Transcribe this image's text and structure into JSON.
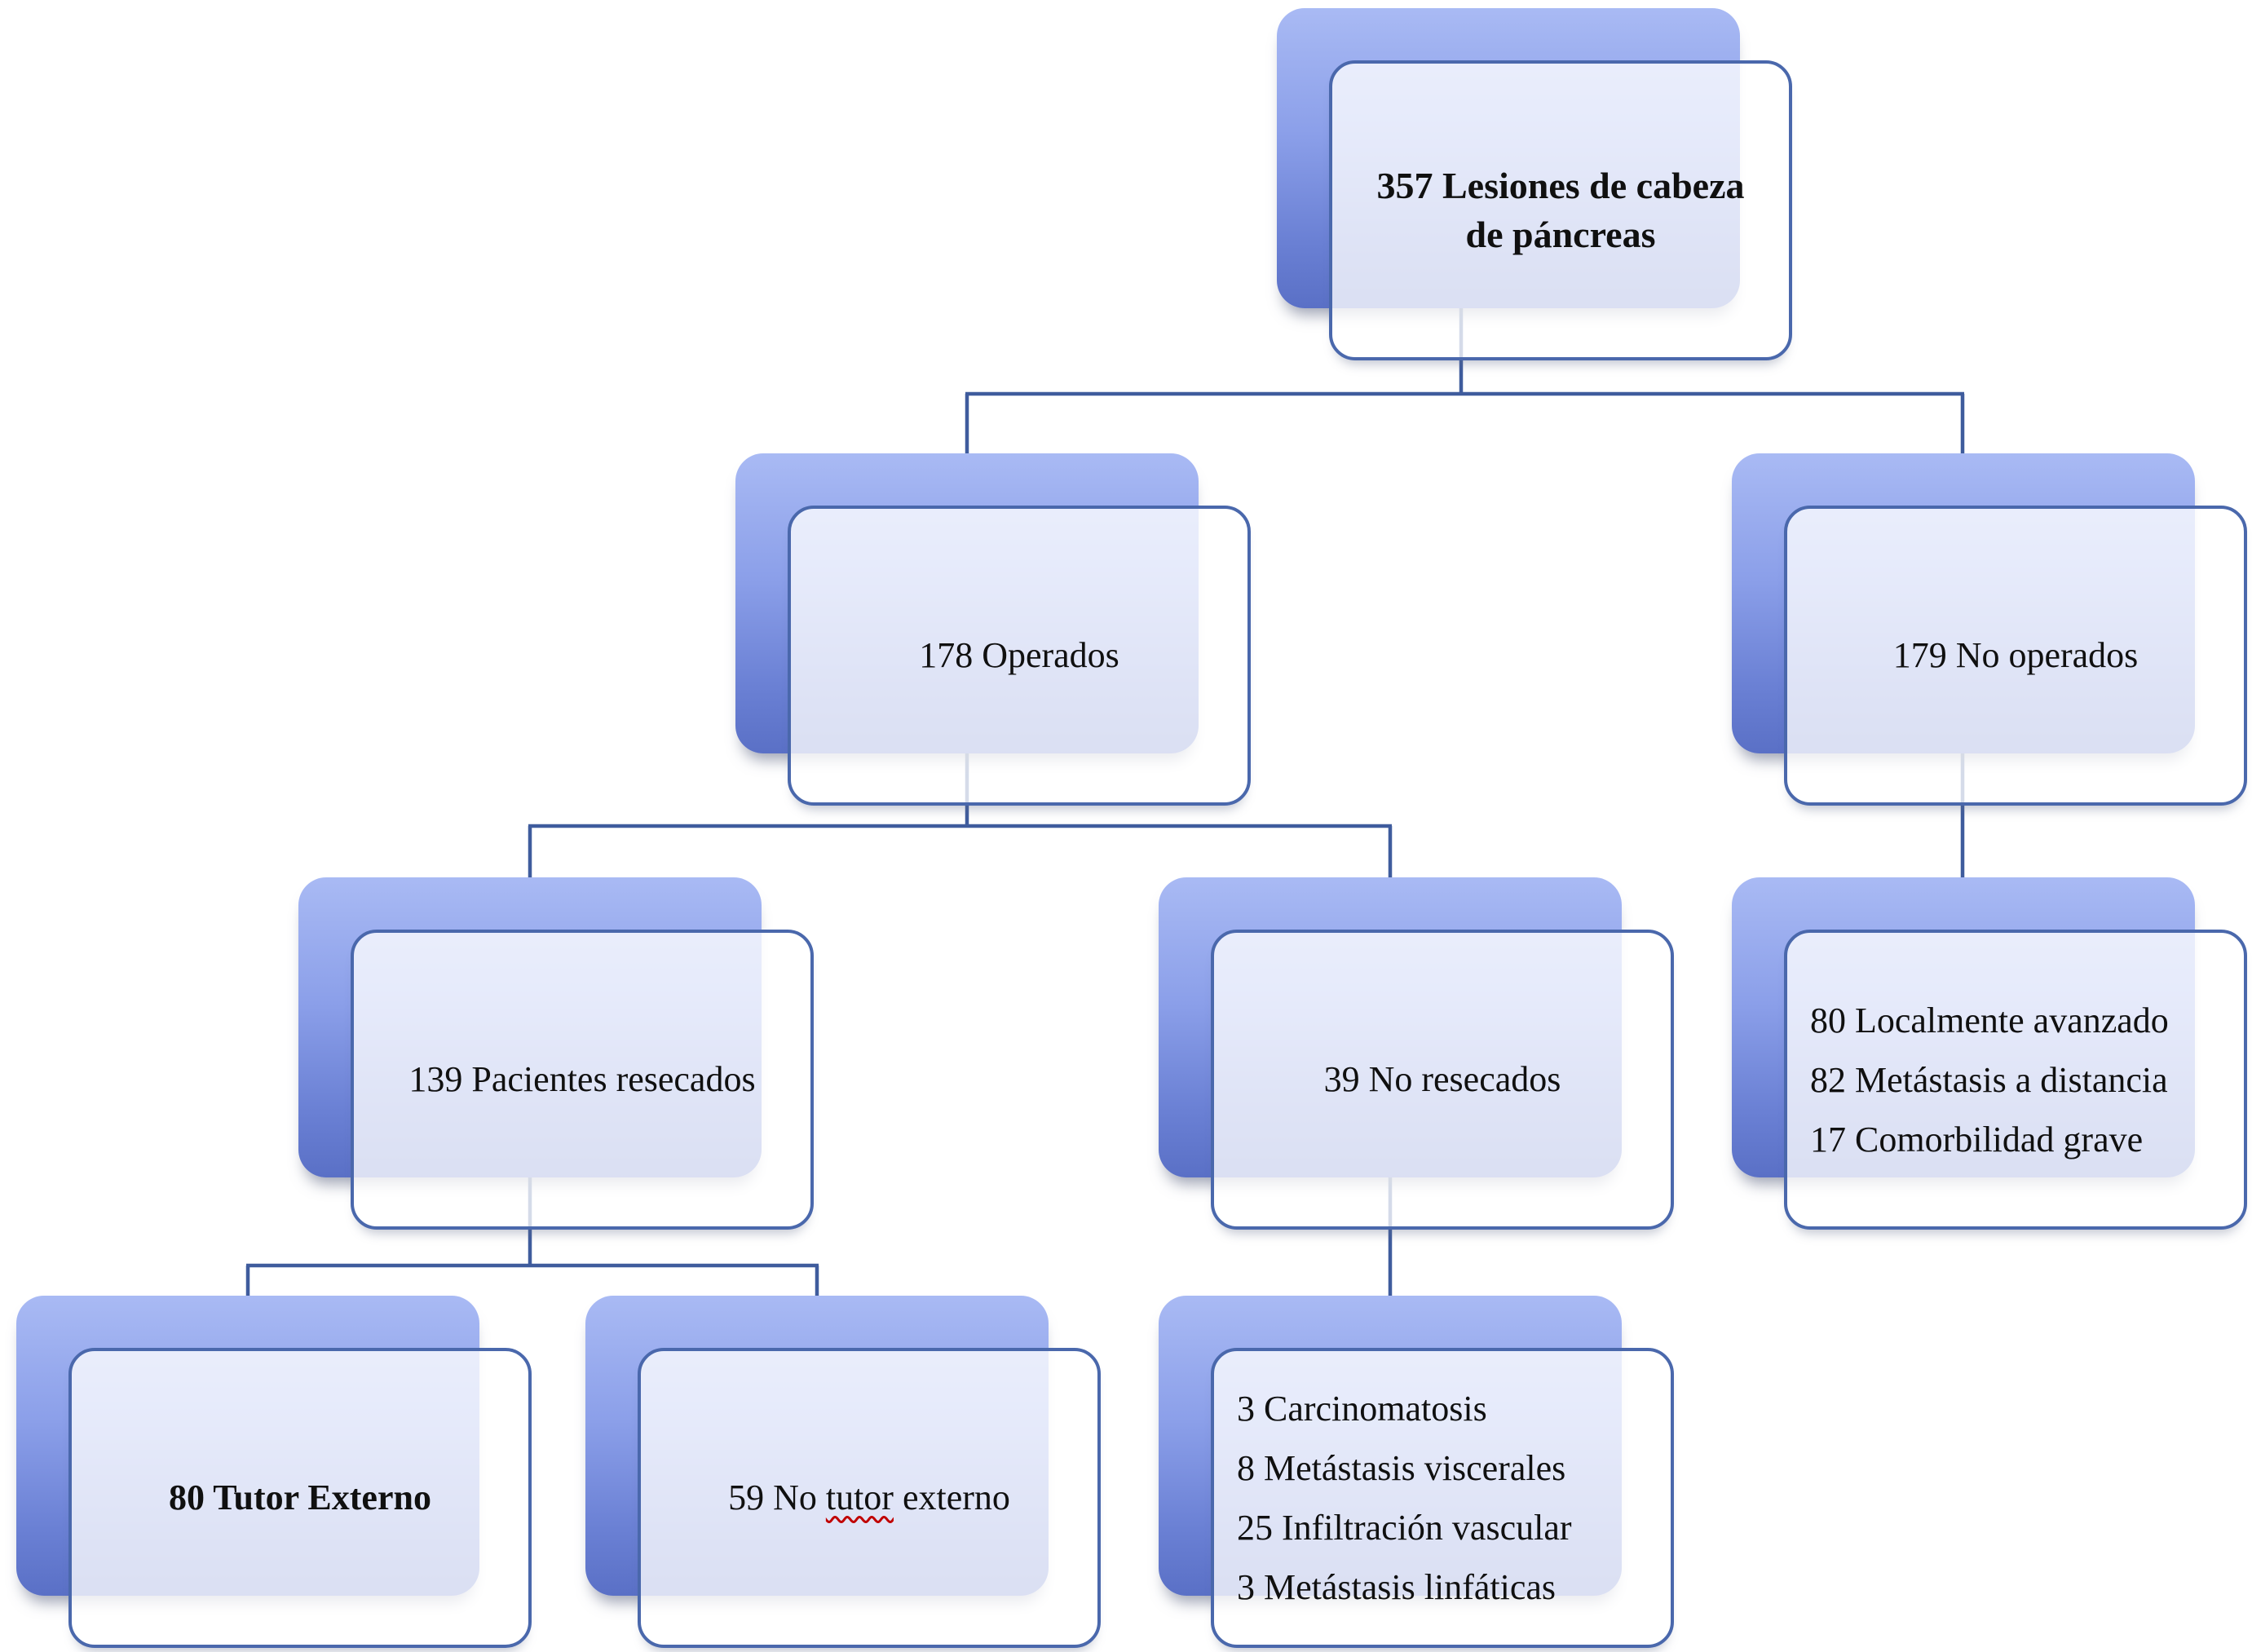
{
  "diagram": {
    "type": "flowchart",
    "language": "es",
    "colors": {
      "back_panel_top": "#a9baf4",
      "back_panel_bottom": "#5a70c6",
      "panel_border": "#4a68ac",
      "connector": "#3f5c9d",
      "text": "#101010",
      "spellcheck_underline": "#c00000",
      "page_bg": "#ffffff"
    },
    "nodes": {
      "root": {
        "lines": [
          "357 Lesiones de cabeza",
          "de páncreas"
        ],
        "emphasis": "bold"
      },
      "operados": {
        "label": "178 Operados"
      },
      "no_operados": {
        "label": "179 No operados"
      },
      "resecados": {
        "label": "139 Pacientes resecados"
      },
      "no_resecados": {
        "label": "39 No resecados"
      },
      "no_operados_detalle": {
        "lines": [
          "80 Localmente avanzado",
          "82 Metástasis a distancia",
          "17 Comorbilidad grave"
        ]
      },
      "tutor_externo": {
        "label": "80 Tutor Externo",
        "emphasis": "bold"
      },
      "no_tutor_externo": {
        "prefix": "59 No ",
        "underlined_word": "tutor",
        "suffix": " externo"
      },
      "no_resecados_detalle": {
        "lines": [
          "3 Carcinomatosis",
          "8 Metástasis viscerales",
          "25 Infiltración vascular",
          "3 Metástasis linfáticas"
        ]
      }
    },
    "edges": [
      {
        "from": "root",
        "to": "operados"
      },
      {
        "from": "root",
        "to": "no_operados"
      },
      {
        "from": "operados",
        "to": "resecados"
      },
      {
        "from": "operados",
        "to": "no_resecados"
      },
      {
        "from": "no_operados",
        "to": "no_operados_detalle"
      },
      {
        "from": "resecados",
        "to": "tutor_externo"
      },
      {
        "from": "resecados",
        "to": "no_tutor_externo"
      },
      {
        "from": "no_resecados",
        "to": "no_resecados_detalle"
      }
    ]
  }
}
